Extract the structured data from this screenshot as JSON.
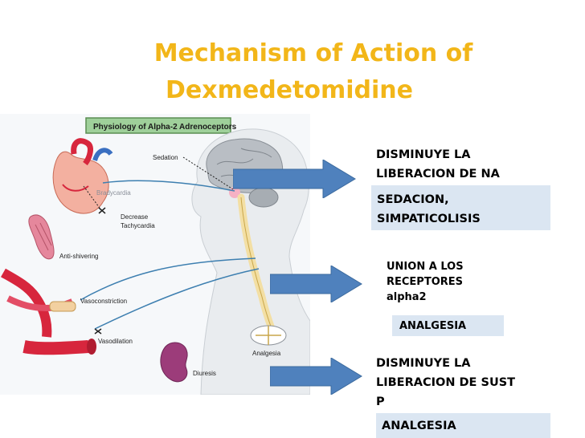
{
  "title": {
    "line1": "Mechanism of Action  of",
    "line2": "Dexmedetomidine"
  },
  "figure": {
    "header": "Physiology of Alpha-2 Adrenoceptors",
    "labels": {
      "sedation": "Sedation",
      "bradycardia": "Bradycardia",
      "decrease": "Decrease",
      "tachycardia": "Tachycardia",
      "anti_shivering": "Anti-shivering",
      "vasoconstriction": "Vasoconstriction",
      "vasodilation": "Vasodilation",
      "analgesia": "Analgesia",
      "diuresis": "Diuresis"
    }
  },
  "boxes": [
    {
      "heading_lines": [
        "DISMINUYE LA",
        "LIBERACION DE NA"
      ],
      "panel_lines": [
        "SEDACION,",
        "SIMPATICOLISIS"
      ]
    },
    {
      "heading_lines": [
        "UNION A LOS",
        "RECEPTORES",
        "alpha2"
      ],
      "panel_lines": [
        "ANALGESIA"
      ]
    },
    {
      "heading_lines": [
        "DISMINUYE LA",
        "LIBERACION DE SUST",
        "P"
      ],
      "panel_lines": [
        "ANALGESIA"
      ]
    }
  ],
  "colors": {
    "title": "#f2b619",
    "arrow": "#4f81bd",
    "panel": "#dbe6f2",
    "figure_header_bg": "#9fd09a"
  }
}
